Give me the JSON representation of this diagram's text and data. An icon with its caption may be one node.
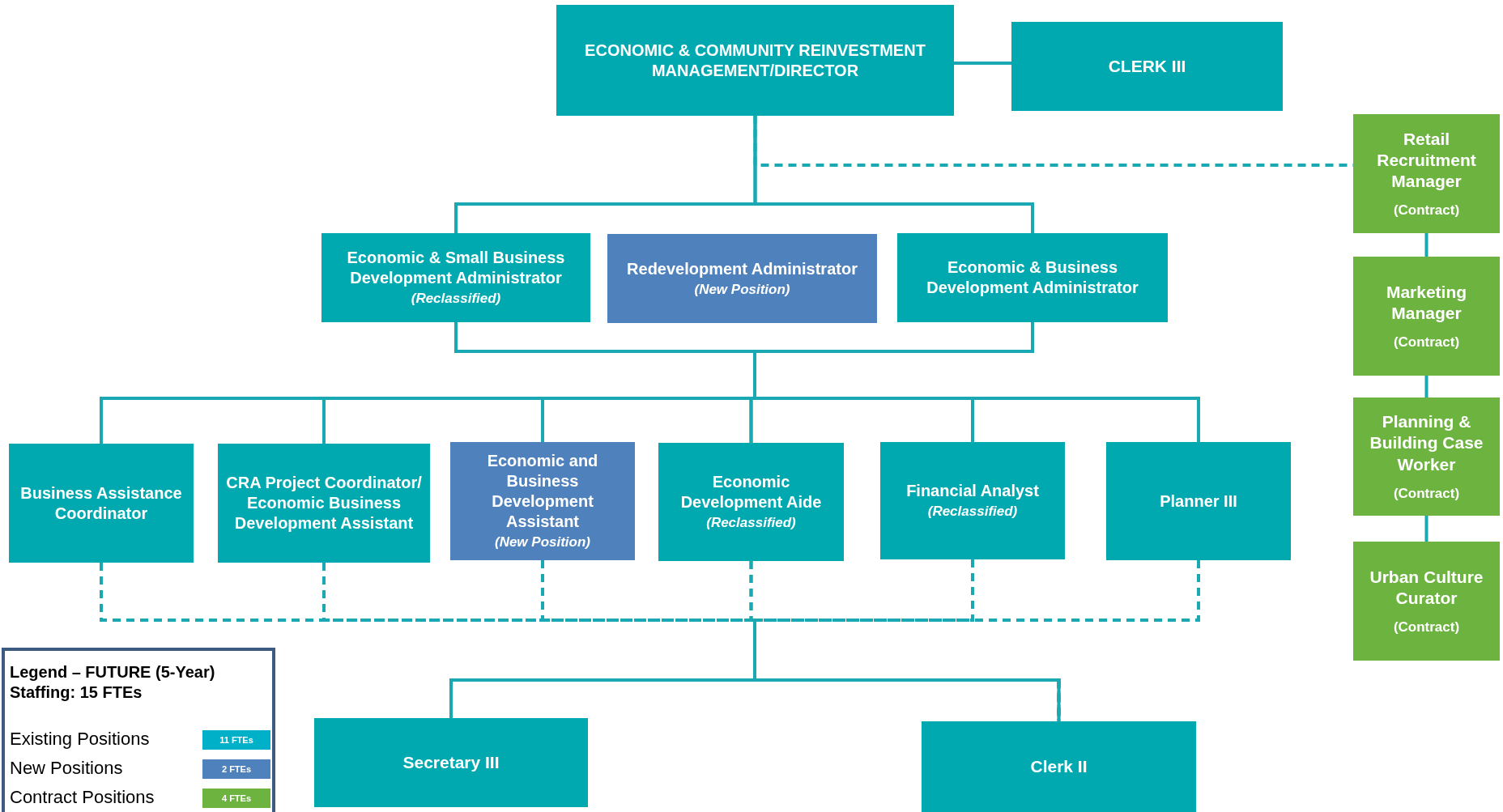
{
  "diagram": {
    "nodes": [
      {
        "text": [
          "ECONOMIC & COMMUNITY REINVESTMENT MANAGEMENT/DIRECTOR"
        ]
      },
      {
        "text": [
          "CLERK III"
        ]
      },
      {
        "text": [
          "Retail Recruitment Manager",
          "(Contract)"
        ]
      },
      {
        "text": [
          "Marketing Manager",
          "(Contract)"
        ]
      },
      {
        "text": [
          "Planning & Building Case Worker",
          "(Contract)"
        ]
      },
      {
        "text": [
          "Urban Culture Curator",
          "(Contract)"
        ]
      },
      {
        "text": [
          "Economic & Small Business Development Administrator",
          "(Reclassified)"
        ]
      },
      {
        "text": [
          "Redevelopment Administrator",
          "(New Position)"
        ]
      },
      {
        "text": [
          "Economic & Business Development Administrator"
        ]
      },
      {
        "text": [
          "Business Assistance Coordinator"
        ]
      },
      {
        "text": [
          "CRA Project Coordinator/ Economic Business Development Assistant"
        ]
      },
      {
        "text": [
          "Economic and Business Development Assistant",
          "(New Position)"
        ]
      },
      {
        "text": [
          "Economic Development Aide",
          "(Reclassified)"
        ]
      },
      {
        "text": [
          "Financial Analyst",
          "(Reclassified)"
        ]
      },
      {
        "text": [
          "Planner III"
        ]
      },
      {
        "text": [
          "Secretary III"
        ]
      },
      {
        "text": [
          "Clerk II"
        ]
      }
    ],
    "edges": [
      {
        "from": 0,
        "to": 1,
        "arrow": "none"
      },
      {
        "from": 0,
        "to": 2,
        "arrow": "none",
        "style": "dashed"
      },
      {
        "from": 2,
        "to": 3,
        "arrow": "none"
      },
      {
        "from": 3,
        "to": 4,
        "arrow": "none"
      },
      {
        "from": 4,
        "to": 5,
        "arrow": "none"
      },
      {
        "from": 0,
        "to": 6,
        "arrow": "none"
      },
      {
        "from": 0,
        "to": 8,
        "arrow": "none"
      },
      {
        "from": 6,
        "to": 9,
        "arrow": "none"
      },
      {
        "from": 6,
        "to": 10,
        "arrow": "none"
      },
      {
        "from": 6,
        "to": 11,
        "arrow": "none"
      },
      {
        "from": 6,
        "to": 12,
        "arrow": "none"
      },
      {
        "from": 6,
        "to": 13,
        "arrow": "none"
      },
      {
        "from": 6,
        "to": 14,
        "arrow": "none"
      },
      {
        "from": 8,
        "to": 9,
        "arrow": "none"
      },
      {
        "from": 8,
        "to": 10,
        "arrow": "none"
      },
      {
        "from": 8,
        "to": 11,
        "arrow": "none"
      },
      {
        "from": 8,
        "to": 12,
        "arrow": "none"
      },
      {
        "from": 8,
        "to": 13,
        "arrow": "none"
      },
      {
        "from": 8,
        "to": 14,
        "arrow": "none"
      },
      {
        "from": 9,
        "to": 15,
        "arrow": "none",
        "style": "dashed"
      },
      {
        "from": 9,
        "to": 16,
        "arrow": "none",
        "style": "dashed"
      },
      {
        "from": 10,
        "to": 15,
        "arrow": "none",
        "style": "dashed"
      },
      {
        "from": 10,
        "to": 16,
        "arrow": "none",
        "style": "dashed"
      },
      {
        "from": 11,
        "to": 15,
        "arrow": "none",
        "style": "dashed"
      },
      {
        "from": 11,
        "to": 16,
        "arrow": "none",
        "style": "dashed"
      },
      {
        "from": 12,
        "to": 15,
        "arrow": "none",
        "style": "dashed"
      },
      {
        "from": 12,
        "to": 16,
        "arrow": "none",
        "style": "dashed"
      },
      {
        "from": 13,
        "to": 15,
        "arrow": "none",
        "style": "dashed"
      },
      {
        "from": 13,
        "to": 16,
        "arrow": "none",
        "style": "dashed"
      },
      {
        "from": 14,
        "to": 15,
        "arrow": "none",
        "style": "dashed"
      },
      {
        "from": 14,
        "to": 16,
        "arrow": "none",
        "style": "dashed"
      }
    ],
    "labels": [
      "Legend – FUTURE (5-Year) Staffing:  15 FTEs",
      "11 FTEs",
      "2 FTEs",
      "4 FTEs"
    ],
    "legend": [
      {
        "text": "Existing Positions",
        "color": "#00b0c8"
      },
      {
        "text": "New Positions",
        "color": "#4f81bd"
      },
      {
        "text": "Contract Positions",
        "color": "#6db33f"
      }
    ]
  }
}
